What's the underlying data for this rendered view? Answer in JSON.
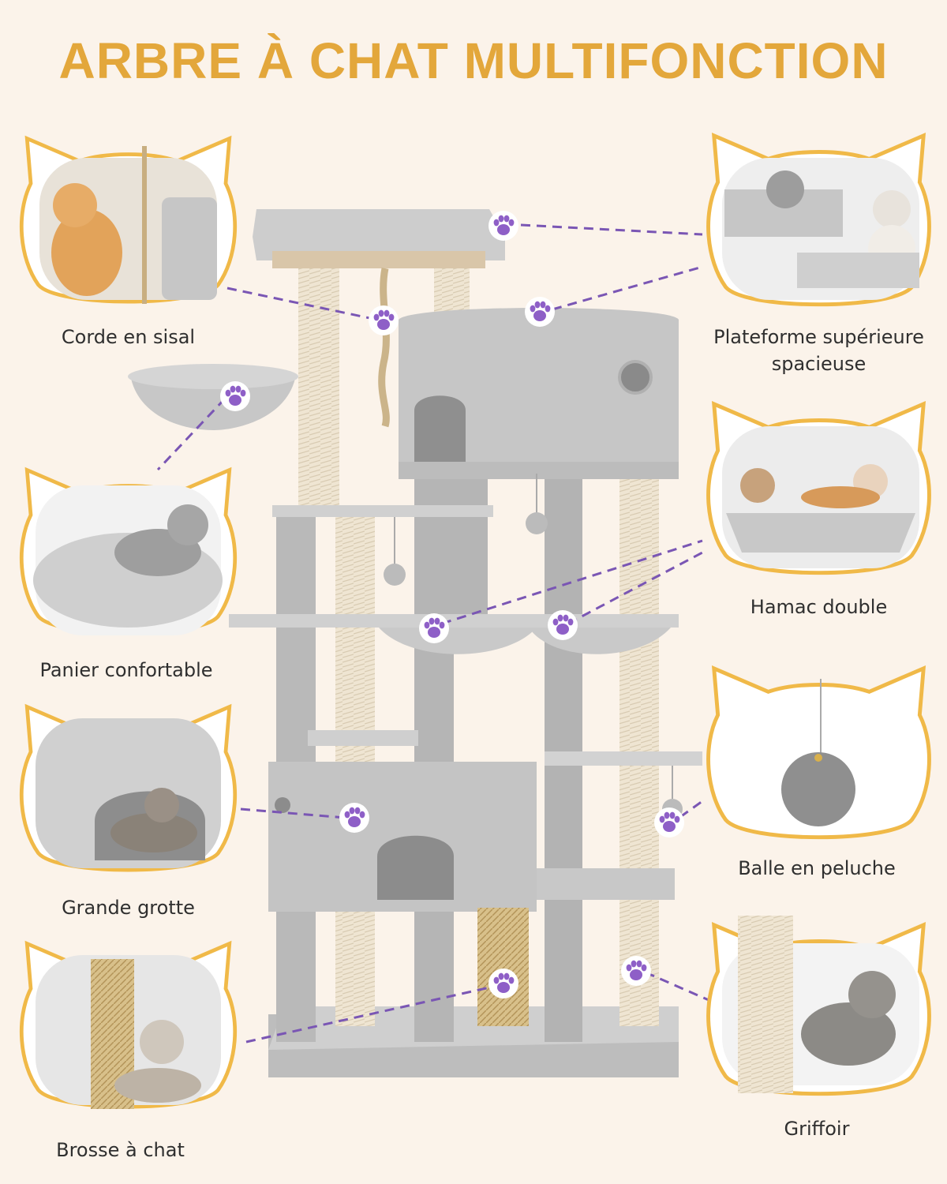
{
  "title": "ARBRE À CHAT MULTIFONCTION",
  "colors": {
    "background": "#fbf3ea",
    "title": "#e3a73b",
    "frame": "#f0b948",
    "paw": "#8e5fc7",
    "line": "#7a56b4",
    "plush": "#c9c9c9",
    "sisal": "#efe5d2"
  },
  "features": {
    "sisal_rope": "Corde en sisal",
    "top_platform_line1": "Plateforme supérieure",
    "top_platform_line2": "spacieuse",
    "basket": "Panier confortable",
    "double_hammock": "Hamac double",
    "cave": "Grande grotte",
    "plush_ball": "Balle en peluche",
    "brush": "Brosse à chat",
    "scratcher": "Griffoir"
  },
  "icons": [
    "paw-icon",
    "cat-head-frame"
  ]
}
